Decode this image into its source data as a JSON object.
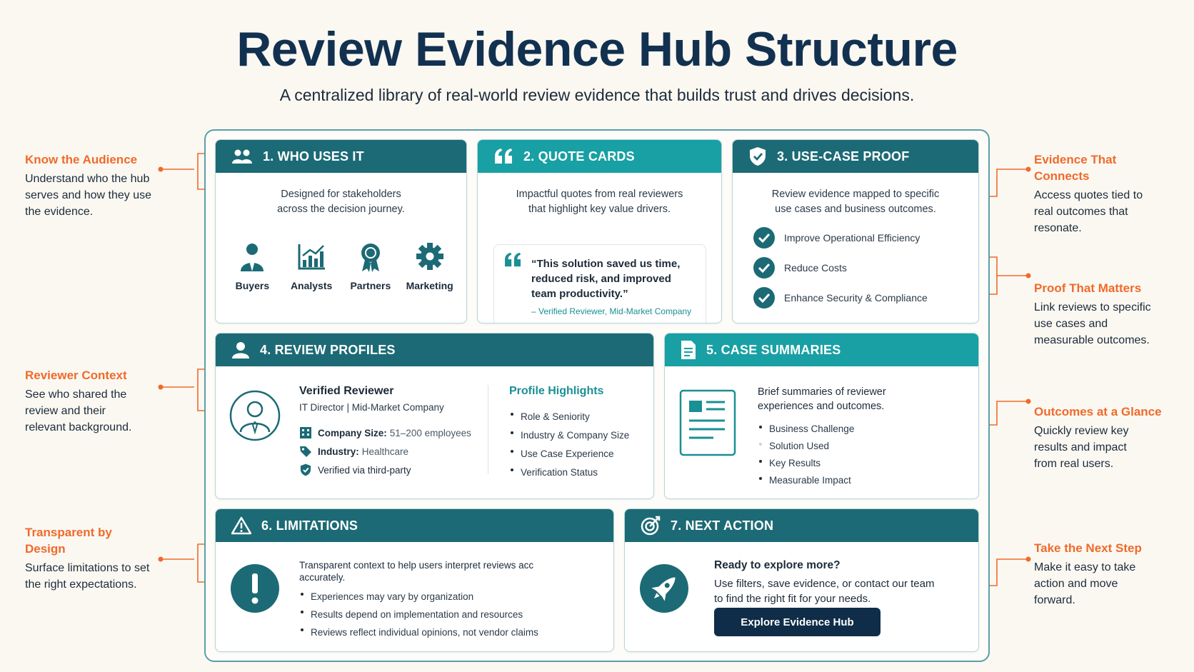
{
  "header": {
    "title": "Review Evidence Hub Structure",
    "subtitle": "A centralized library of real-world review evidence that builds trust and drives decisions."
  },
  "left_callouts": [
    {
      "title": "Know the Audience",
      "text": "Understand who the hub serves and how they use the evidence."
    },
    {
      "title": "Reviewer Context",
      "text": "See who shared the review and their relevant background."
    },
    {
      "title": "Transparent by Design",
      "text": "Surface limitations to set the right expectations."
    }
  ],
  "right_callouts": [
    {
      "title": "Evidence That Connects",
      "text": "Access quotes tied to real outcomes that resonate."
    },
    {
      "title": "Proof That Matters",
      "text": "Link reviews to specific use cases and measurable outcomes."
    },
    {
      "title": "Outcomes at a Glance",
      "text": "Quickly review key results and impact from real users."
    },
    {
      "title": "Take the Next Step",
      "text": "Make it easy to take action and move forward."
    }
  ],
  "who_uses": {
    "header": "1. WHO USES IT",
    "desc_line1": "Designed for stakeholders",
    "desc_line2": "across the decision journey.",
    "audiences": [
      "Buyers",
      "Analysts",
      "Partners",
      "Marketing"
    ]
  },
  "quote_cards": {
    "header": "2. QUOTE CARDS",
    "desc_line1": "Impactful quotes from real reviewers",
    "desc_line2": "that highlight key value drivers.",
    "quote_line1": "“This solution saved us time,",
    "quote_line2": "reduced risk, and improved",
    "quote_line3": "team productivity.”",
    "attribution": "– Verified Reviewer, Mid-Market Company"
  },
  "use_case_proof": {
    "header": "3. USE-CASE PROOF",
    "desc_line1": "Review evidence mapped to specific",
    "desc_line2": "use cases and business outcomes.",
    "items": [
      "Improve Operational Efficiency",
      "Reduce Costs",
      "Enhance Security & Compliance"
    ]
  },
  "review_profiles": {
    "header": "4. REVIEW PROFILES",
    "reviewer_name": "Verified Reviewer",
    "reviewer_role": "IT Director | Mid-Market Company",
    "company_size_label": "Company Size:",
    "company_size_value": "51–200 employees",
    "industry_label": "Industry:",
    "industry_value": "Healthcare",
    "verified": "Verified via third-party",
    "highlights_title": "Profile Highlights",
    "highlights": [
      "Role & Seniority",
      "Industry & Company Size",
      "Use Case Experience",
      "Verification Status"
    ]
  },
  "case_summaries": {
    "header": "5. CASE SUMMARIES",
    "desc_line1": "Brief summaries of reviewer",
    "desc_line2": "experiences and outcomes.",
    "items": [
      "Business Challenge",
      "Solution Used",
      "Key Results",
      "Measurable Impact"
    ]
  },
  "limitations": {
    "header": "6. LIMITATIONS",
    "desc_line1": "Transparent context to help users interpret reviews acc",
    "desc_line2": "accurately.",
    "items": [
      "Experiences may vary by organization",
      "Results depend on implementation and resources",
      "Reviews reflect individual opinions, not vendor claims"
    ]
  },
  "next_action": {
    "header": "7. NEXT ACTION",
    "title": "Ready to explore more?",
    "text_line1": "Use filters, save evidence, or contact our team",
    "text_line2": "to find the right fit for your needs.",
    "button": "Explore Evidence Hub"
  },
  "colors": {
    "navy": "#123150",
    "teal_dark": "#1c6a75",
    "teal_bright": "#18a0a4",
    "accent_orange": "#f06a2a",
    "background": "#fbf8f2"
  }
}
